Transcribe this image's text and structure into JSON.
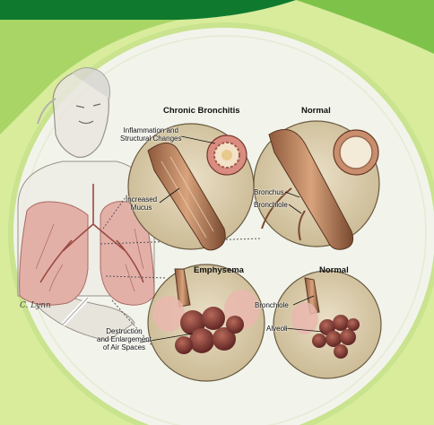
{
  "titles": {
    "chronic_bronchitis": "Chronic Bronchitis",
    "normal_top": "Normal",
    "emphysema": "Emphysema",
    "normal_bottom": "Normal"
  },
  "labels": {
    "inflammation": "Inflammation and\nStructural Changes",
    "increased_mucus": "Increased\nMucus",
    "bronchus": "Bronchus",
    "bronchiole_top": "Bronchiole",
    "destruction": "Destruction\nand Enlargement\nof Air Spaces",
    "bronchiole_bottom": "Bronchiole",
    "alveoli": "Alveoli"
  },
  "signature": "C. Lynn",
  "colors": {
    "background": "#d8ec9c",
    "banner_dark": "#0f7a2e",
    "circle_fill": "#f2f4ec",
    "inset_fill": "#d9c9a6",
    "airway": "#c98a6a",
    "tissue_pink": "#e4a8a0",
    "alveoli_dark": "#8a3a3a"
  },
  "icons": [
    "illustration-man-with-cigarette",
    "lungs-illustration",
    "bronchus-cross-section",
    "alveoli-cluster"
  ]
}
